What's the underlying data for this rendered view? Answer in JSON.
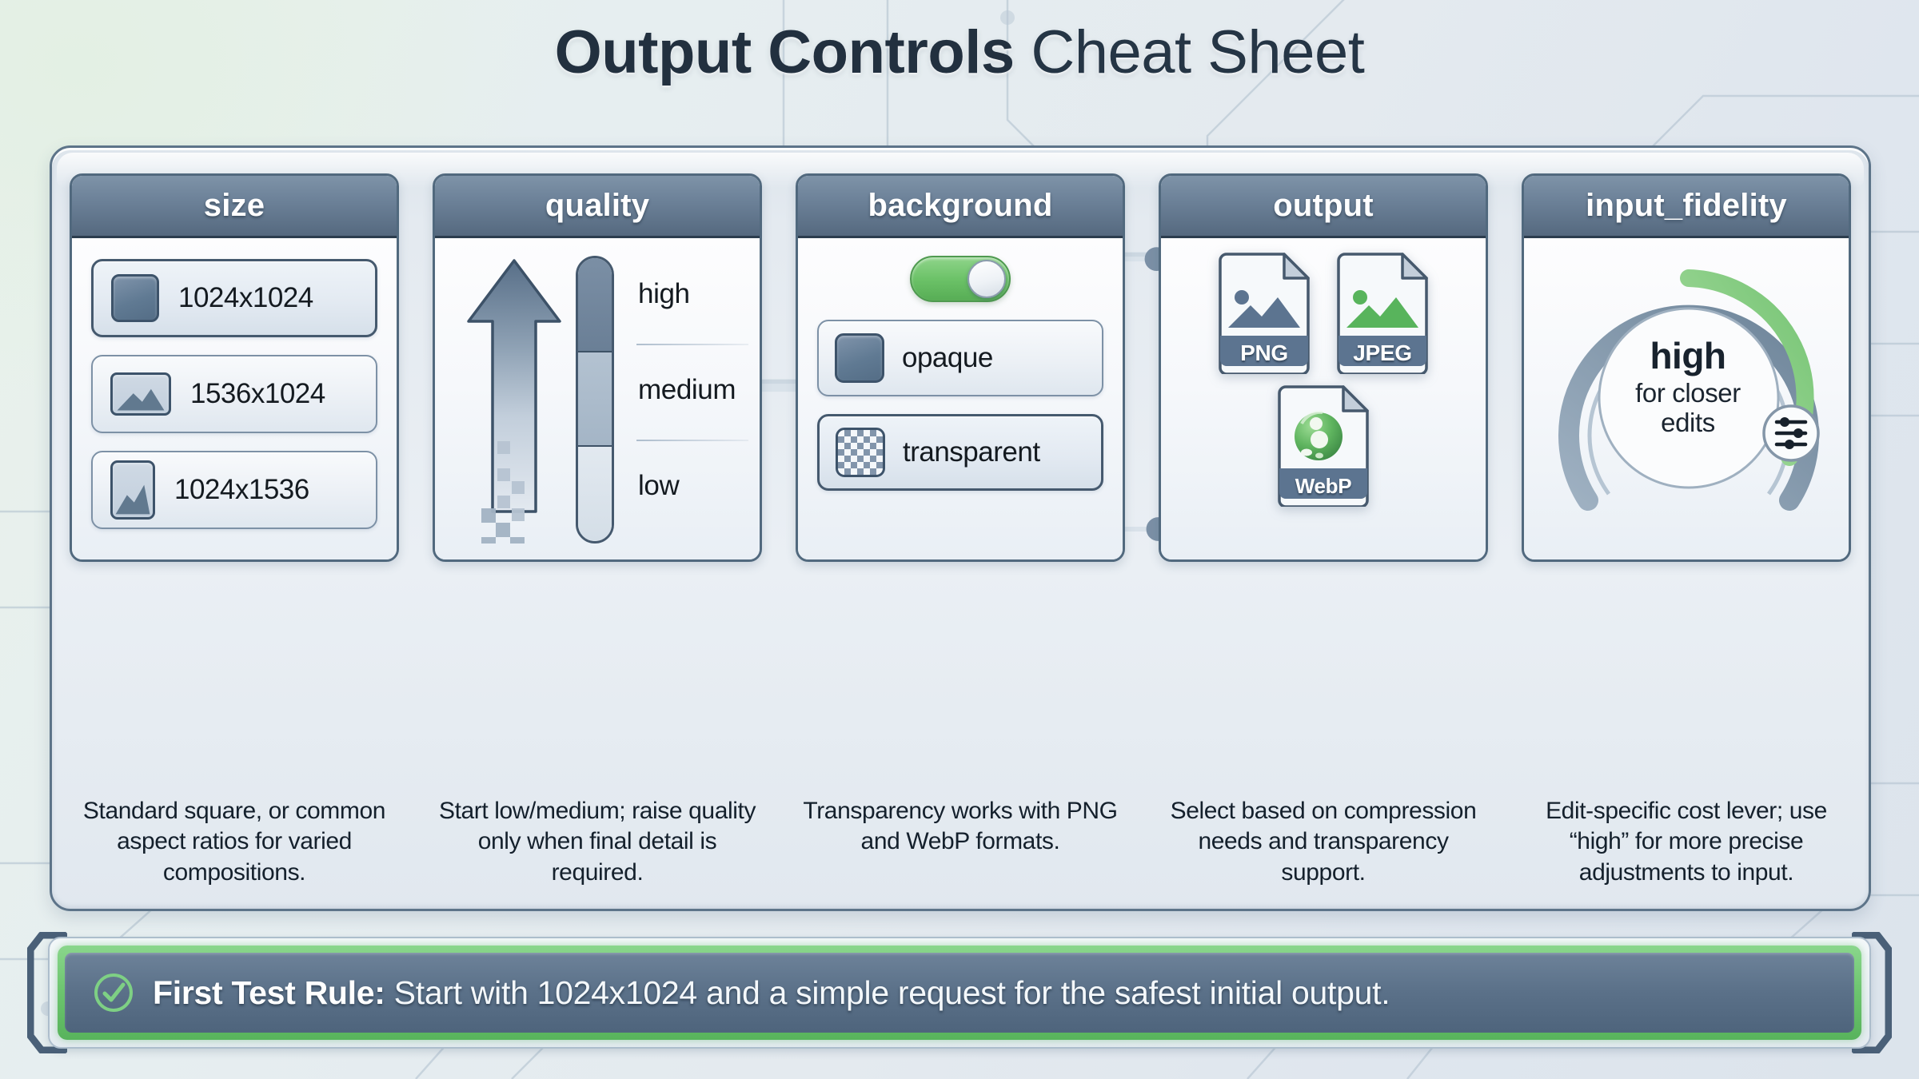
{
  "title": {
    "strong": "Output Controls",
    "light": "Cheat Sheet"
  },
  "columns": [
    {
      "key": "size",
      "header": "size",
      "caption": "Standard square, or common aspect ratios for varied compositions.",
      "options": [
        {
          "label": "1024x1024",
          "icon": "square-thumbnail-icon",
          "selected": true
        },
        {
          "label": "1536x1024",
          "icon": "landscape-thumbnail-icon",
          "selected": false
        },
        {
          "label": "1024x1536",
          "icon": "portrait-thumbnail-icon",
          "selected": false
        }
      ]
    },
    {
      "key": "quality",
      "header": "quality",
      "caption": "Start low/medium; raise quality only when final detail is required.",
      "arrow_icon": "upward-quality-arrow-icon",
      "levels": [
        {
          "label": "high",
          "level": 3
        },
        {
          "label": "medium",
          "level": 2
        },
        {
          "label": "low",
          "level": 1
        }
      ]
    },
    {
      "key": "background",
      "header": "background",
      "caption": "Transparency works with PNG and WebP formats.",
      "toggle": {
        "name": "transparency-toggle",
        "state": "on",
        "color": "#6cc268"
      },
      "options": [
        {
          "label": "opaque",
          "icon": "opaque-swatch-icon",
          "selected": false
        },
        {
          "label": "transparent",
          "icon": "checkerboard-swatch-icon",
          "selected": true
        }
      ]
    },
    {
      "key": "output",
      "header": "output",
      "caption": "Select based on compression needs and transparency support.",
      "formats": [
        {
          "label": "PNG",
          "icon": "png-file-icon",
          "accent": "#5c7490",
          "linked": true
        },
        {
          "label": "JPEG",
          "icon": "jpeg-file-icon",
          "accent": "#58b45c",
          "linked": false
        },
        {
          "label": "WebP",
          "icon": "webp-file-icon",
          "accent": "#4ea352",
          "linked": true
        }
      ]
    },
    {
      "key": "input_fidelity",
      "header": "input_fidelity",
      "caption": "Edit-specific cost lever; use “high” for more precise adjustments to input.",
      "dial": {
        "value": "high",
        "sub_line1": "for closer",
        "sub_line2": "edits",
        "knob_icon": "sliders-knob-icon",
        "arc_color": "#8ed18a",
        "track_color": "#8fa3b6"
      }
    }
  ],
  "footer": {
    "icon": "check-circle-icon",
    "label_strong": "First Test Rule:",
    "label_rest": " Start with 1024x1024 and a simple request for the safest initial output.",
    "accent": "#6cc46e"
  }
}
